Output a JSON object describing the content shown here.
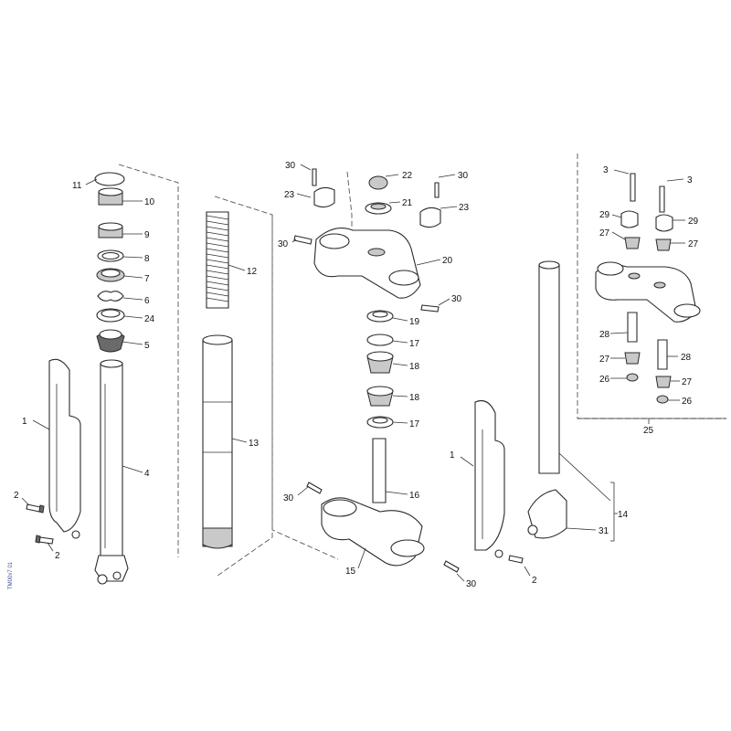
{
  "diagram": {
    "drawing_code": "TM00x7 01",
    "labels": {
      "n1": "1",
      "n2": "2",
      "n3": "3",
      "n4": "4",
      "n5": "5",
      "n6": "6",
      "n7": "7",
      "n8": "8",
      "n9": "9",
      "n10": "10",
      "n11": "11",
      "n12": "12",
      "n13": "13",
      "n14": "14",
      "n15": "15",
      "n16": "16",
      "n17": "17",
      "n18": "18",
      "n19": "19",
      "n20": "20",
      "n21": "21",
      "n22": "22",
      "n23": "23",
      "n24": "24",
      "n25": "25",
      "n26": "26",
      "n27": "27",
      "n28": "28",
      "n29": "29",
      "n30": "30",
      "n31": "31"
    }
  }
}
